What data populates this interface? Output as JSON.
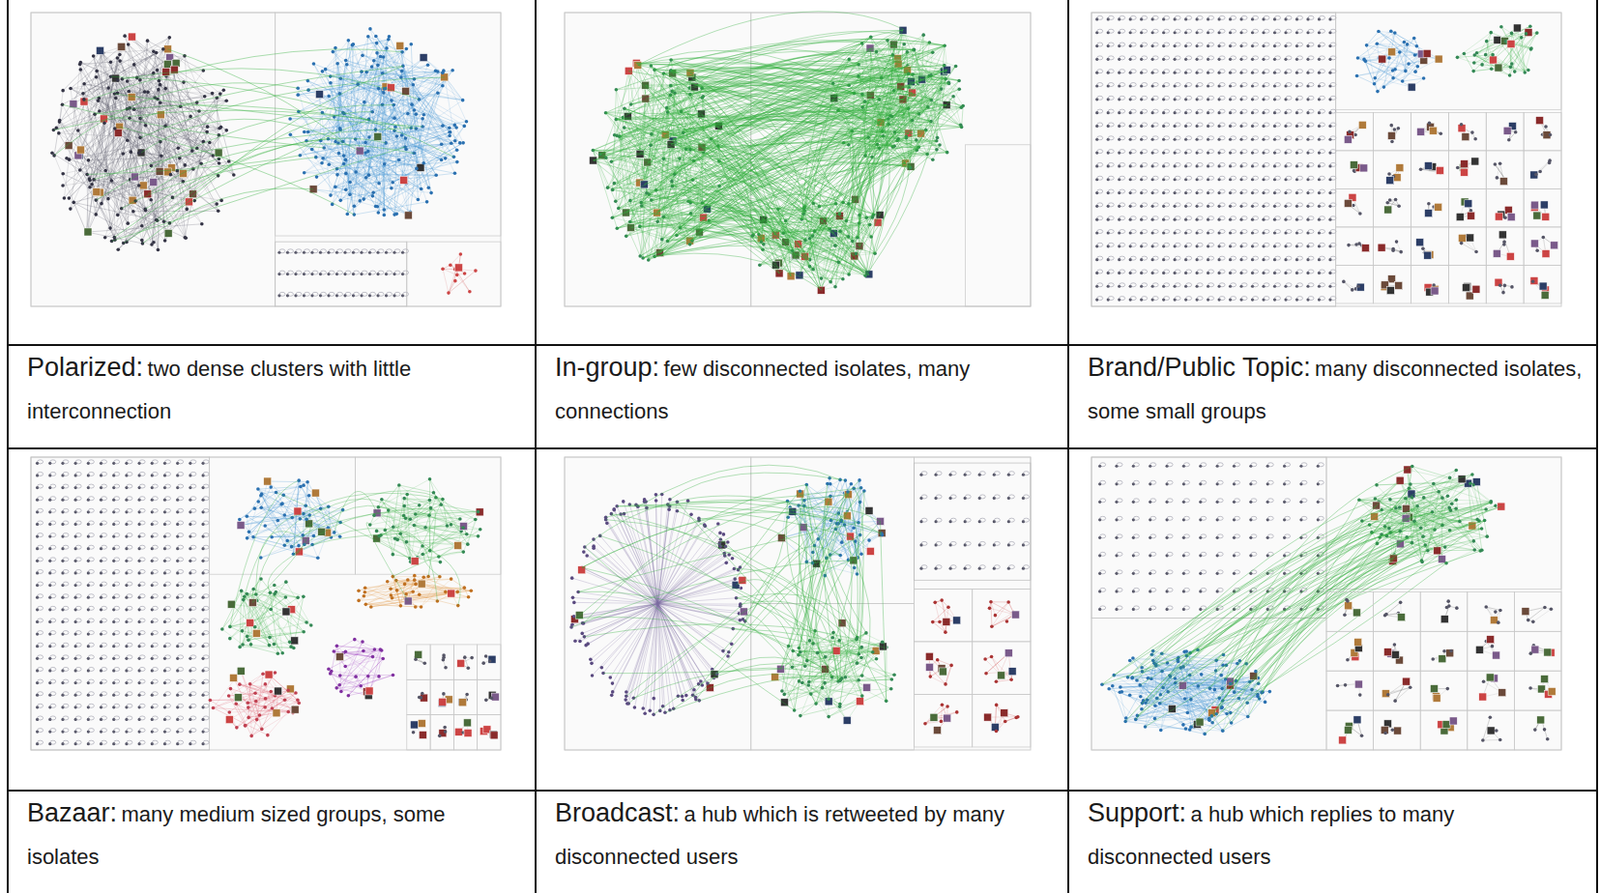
{
  "diagram": {
    "nodes": [
      {
        "text": [
          "Polarized:",
          "two dense clusters with little interconnection"
        ]
      },
      {
        "text": [
          "In-group:",
          "few disconnected isolates, many connections"
        ]
      },
      {
        "text": [
          "Brand/Public Topic:",
          "many disconnected isolates, some small groups"
        ]
      },
      {
        "text": [
          "Bazaar:",
          "many medium sized groups, some isolates"
        ]
      },
      {
        "text": [
          "Broadcast:",
          "a hub which is retweeted by many disconnected users"
        ]
      },
      {
        "text": [
          "Support:",
          "a hub which replies to many disconnected users"
        ]
      }
    ]
  }
}
